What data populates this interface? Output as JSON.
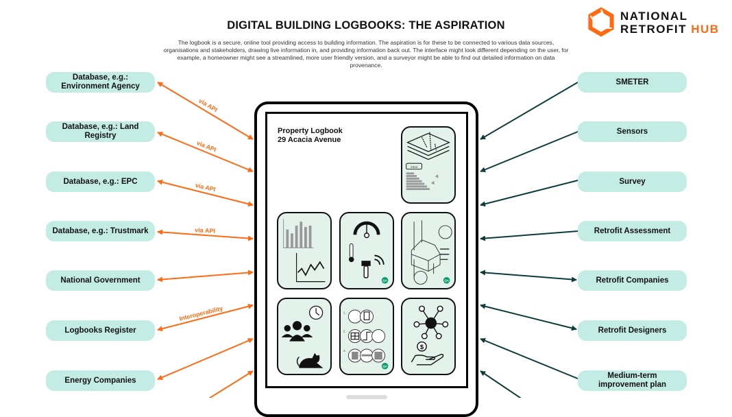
{
  "title": "DIGITAL BUILDING LOGBOOKS: THE ASPIRATION",
  "description": "The logbook is a secure, online tool providing access to building information. The aspiration is for these to be connected to various data sources, organisations and stakeholders, drawing live information in, and providing information back out. The interface might look different depending on the user, for example, a homeowner might see a streamlined, more user friendly version, and a surveyor might be able to find out detailed information on data provenance.",
  "logo": {
    "line1": "NATIONAL",
    "line2": "RETROFIT",
    "line3": "HUB"
  },
  "left_nodes": [
    "Database, e.g.: Environment Agency",
    "Database, e.g.: Land Registry",
    "Database, e.g.: EPC",
    "Database, e.g.: Trustmark",
    "National Government",
    "Logbooks Register",
    "Energy Companies"
  ],
  "right_nodes": [
    "SMETER",
    "Sensors",
    "Survey",
    "Retrofit Assessment",
    "Retrofit Companies",
    "Retrofit Designers",
    "Medium-term improvement plan"
  ],
  "edge_labels": {
    "api": "via API",
    "interop": "Interoperability"
  },
  "tablet": {
    "line1": "Property Logbook",
    "line2": "29 Acacia Avenue",
    "year": "1912",
    "qa": "QA",
    "steps": [
      "1.",
      "2.",
      "3."
    ]
  },
  "colors": {
    "pill": "#c3ece4",
    "orange": "#ff6a13",
    "teal": "#0d3b3b",
    "tile": "#e3f3ec",
    "qa": "#0a9a6a"
  }
}
